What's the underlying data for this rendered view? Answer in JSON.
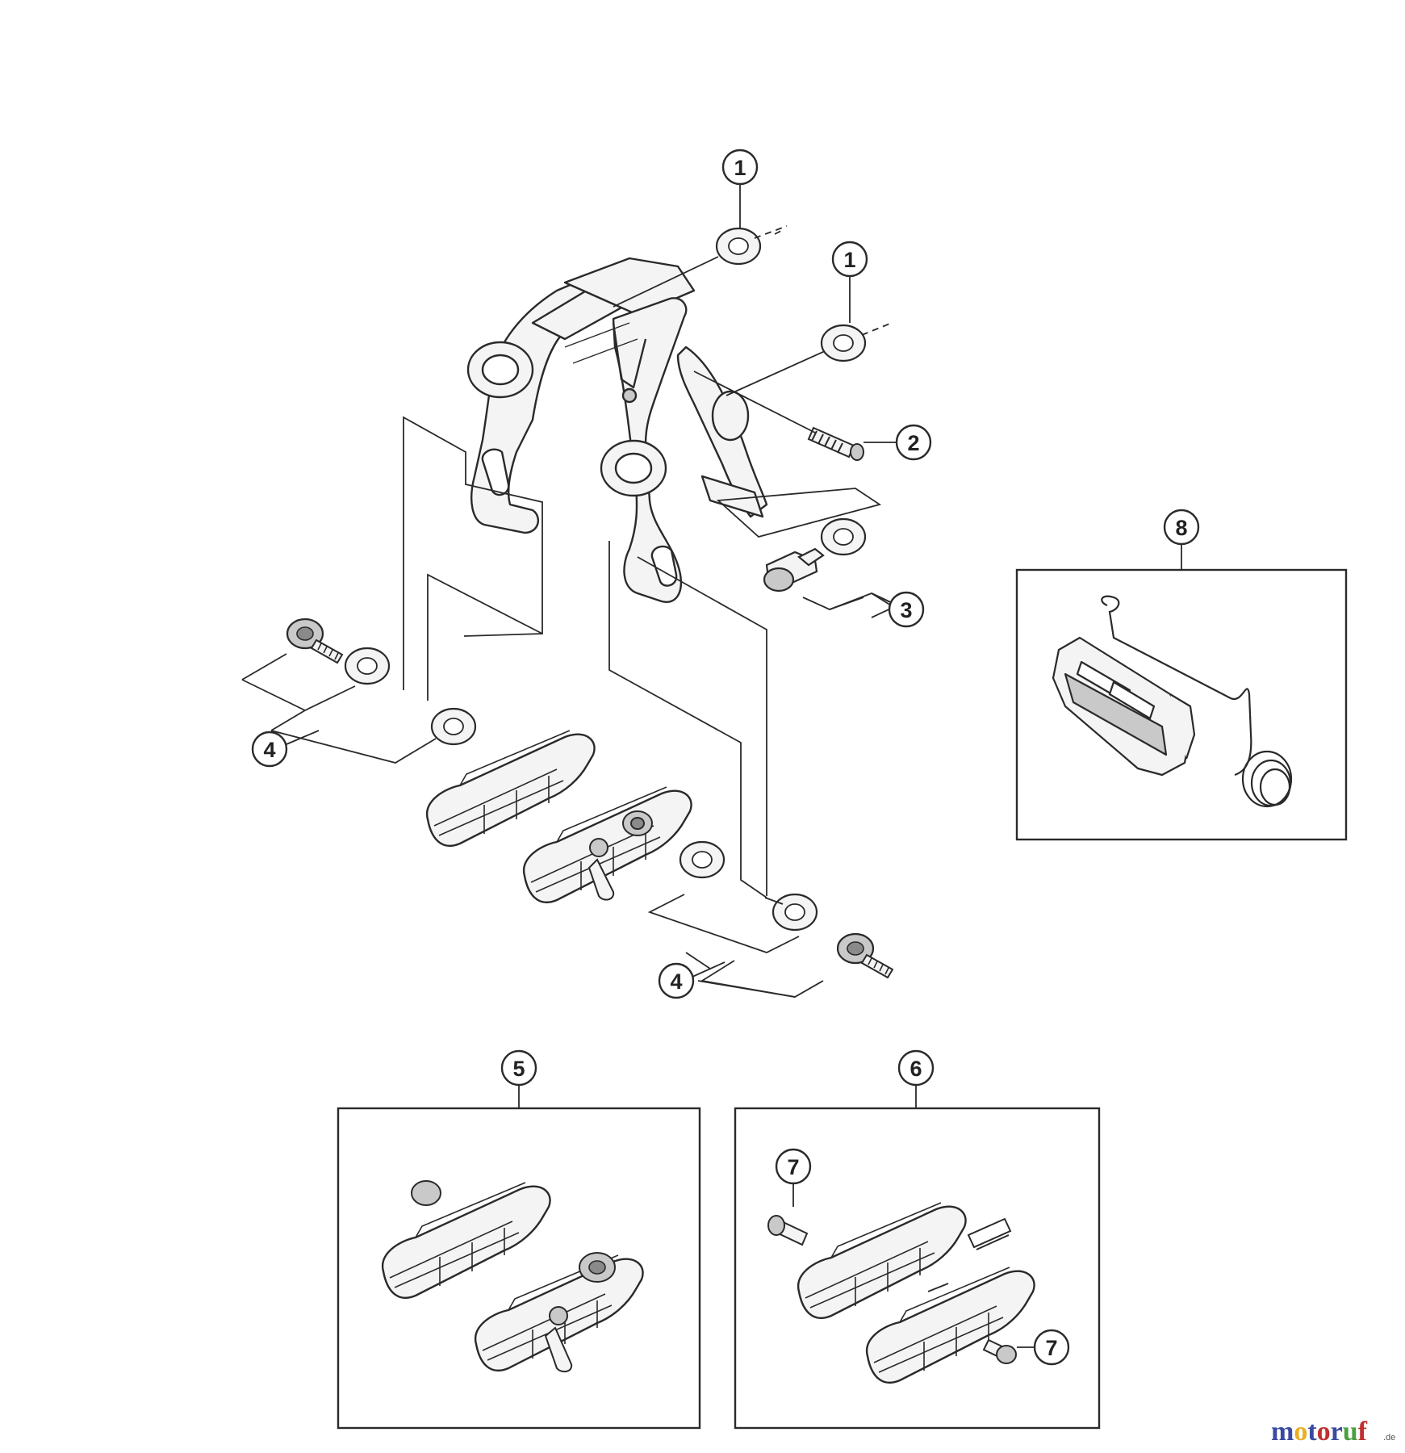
{
  "callouts": [
    {
      "id": "c1a",
      "text": "1"
    },
    {
      "id": "c1b",
      "text": "1"
    },
    {
      "id": "c2",
      "text": "2"
    },
    {
      "id": "c3",
      "text": "3"
    },
    {
      "id": "c4a",
      "text": "4"
    },
    {
      "id": "c4b",
      "text": "4"
    },
    {
      "id": "c5",
      "text": "5"
    },
    {
      "id": "c6",
      "text": "6"
    },
    {
      "id": "c7a",
      "text": "7"
    },
    {
      "id": "c7b",
      "text": "7"
    },
    {
      "id": "c8",
      "text": "8"
    }
  ],
  "watermark": {
    "brand_chars": [
      "m",
      "o",
      "t",
      "o",
      "r",
      "u",
      "f"
    ],
    "brand_colors": [
      "#3a4aa0",
      "#e8b020",
      "#3a4aa0",
      "#c03030",
      "#3a4aa0",
      "#4aa040",
      "#c03030"
    ],
    "suffix": ".de"
  },
  "colors": {
    "stroke": "#2a2a2a",
    "part_fill": "#f4f4f4",
    "shade": "#c9c9c9",
    "dark": "#8a8a8a"
  }
}
